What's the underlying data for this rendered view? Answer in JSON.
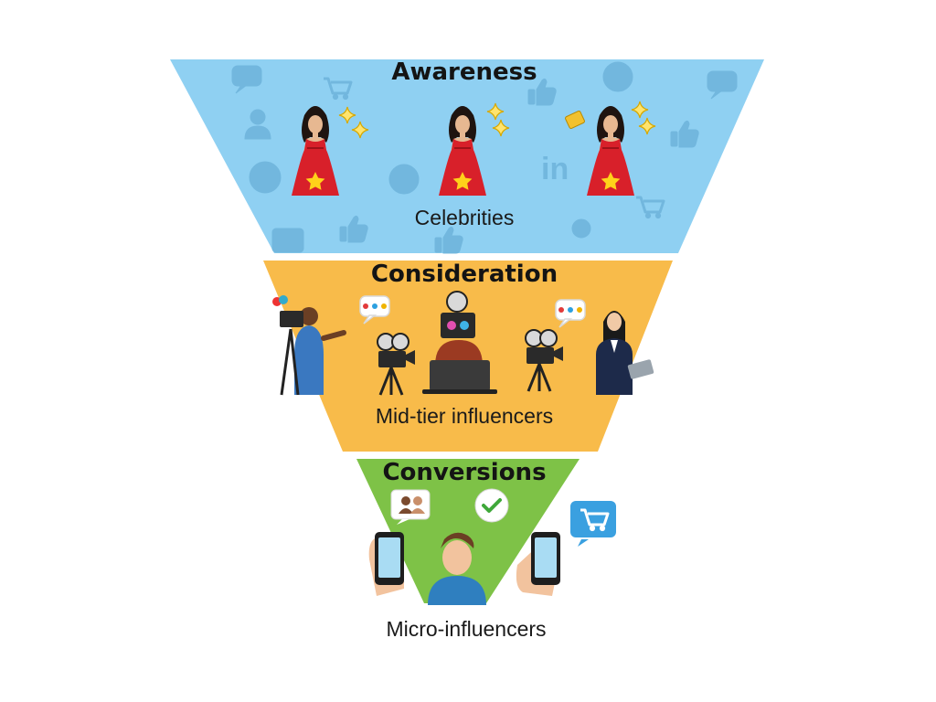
{
  "funnel": {
    "stages": [
      {
        "title": "Awareness",
        "subtitle": "Celebrities"
      },
      {
        "title": "Consideration",
        "subtitle": "Mid-tier influencers"
      },
      {
        "title": "Conversions",
        "subtitle": "Micro-influencers"
      }
    ]
  },
  "colors": {
    "awareness": "#8fd0f2",
    "consideration": "#f8bb4a",
    "conversions": "#7ec247",
    "gown": "#d8202a",
    "star": "#ffd21a",
    "watermark": "#5aa0c8"
  },
  "icons": [
    "celebrity-icon",
    "sparkle-icon",
    "cart-icon",
    "thumbs-up-icon",
    "chat-icon",
    "camera-operator-icon",
    "film-camera-icon",
    "laptop-vlogger-icon",
    "presenter-icon",
    "speech-bubble-icon",
    "smartphone-icon",
    "user-icon",
    "checkmark-icon",
    "users-icon"
  ]
}
